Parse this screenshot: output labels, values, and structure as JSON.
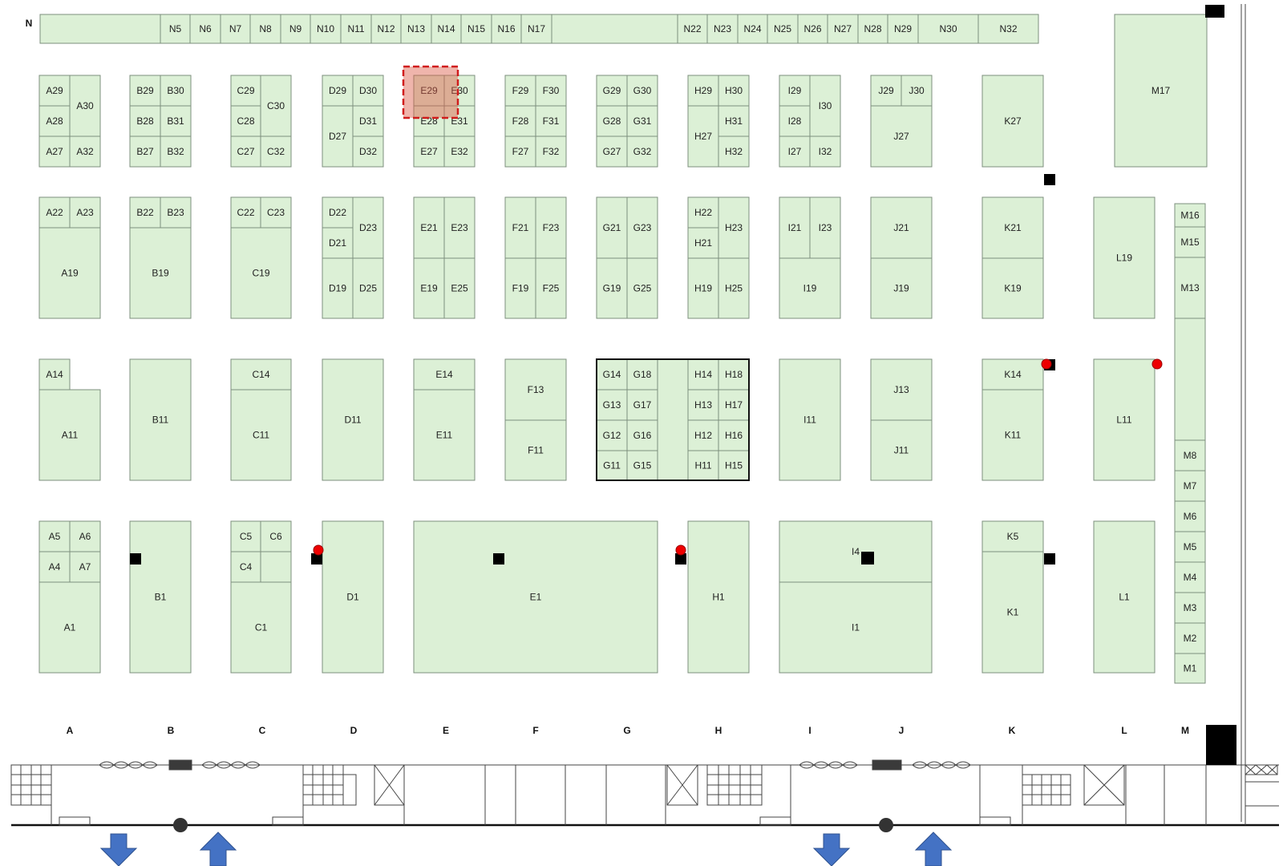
{
  "row_marker": "N",
  "column_letters": [
    "A",
    "B",
    "C",
    "D",
    "E",
    "F",
    "G",
    "H",
    "I",
    "J",
    "K",
    "L",
    "M"
  ],
  "booths": [
    [
      "",
      "",
      50,
      18,
      150,
      36
    ],
    [
      "n5",
      "N5",
      200,
      18,
      37,
      36
    ],
    [
      "n6",
      "N6",
      237,
      18,
      38,
      36
    ],
    [
      "n7",
      "N7",
      275,
      18,
      37,
      36
    ],
    [
      "n8",
      "N8",
      312,
      18,
      38,
      36
    ],
    [
      "n9",
      "N9",
      350,
      18,
      37,
      36
    ],
    [
      "n10",
      "N10",
      387,
      18,
      38,
      36
    ],
    [
      "n11",
      "N11",
      425,
      18,
      38,
      36
    ],
    [
      "n12",
      "N12",
      463,
      18,
      37,
      36
    ],
    [
      "n13",
      "N13",
      500,
      18,
      38,
      36
    ],
    [
      "n14",
      "N14",
      538,
      18,
      37,
      36
    ],
    [
      "n15",
      "N15",
      575,
      18,
      38,
      36
    ],
    [
      "n16",
      "N16",
      613,
      18,
      37,
      36
    ],
    [
      "n17",
      "N17",
      650,
      18,
      38,
      36
    ],
    [
      "",
      "",
      688,
      18,
      157,
      36
    ],
    [
      "n22",
      "N22",
      845,
      18,
      37,
      36
    ],
    [
      "n23",
      "N23",
      882,
      18,
      38,
      36
    ],
    [
      "n24",
      "N24",
      920,
      18,
      37,
      36
    ],
    [
      "n25",
      "N25",
      957,
      18,
      38,
      36
    ],
    [
      "n26",
      "N26",
      995,
      18,
      37,
      36
    ],
    [
      "n27",
      "N27",
      1032,
      18,
      38,
      36
    ],
    [
      "n28",
      "N28",
      1070,
      18,
      37,
      36
    ],
    [
      "n29",
      "N29",
      1107,
      18,
      38,
      36
    ],
    [
      "n30",
      "N30",
      1145,
      18,
      75,
      36
    ],
    [
      "n32",
      "N32",
      1220,
      18,
      75,
      36
    ],
    [
      "a29",
      "A29",
      49,
      94,
      38,
      38
    ],
    [
      "a28",
      "A28",
      49,
      132,
      38,
      38
    ],
    [
      "a27",
      "A27",
      49,
      170,
      38,
      38
    ],
    [
      "a30",
      "A30",
      87,
      94,
      38,
      76
    ],
    [
      "a32",
      "A32",
      87,
      170,
      38,
      38
    ],
    [
      "b29",
      "B29",
      162,
      94,
      38,
      38
    ],
    [
      "b28",
      "B28",
      162,
      132,
      38,
      38
    ],
    [
      "b27",
      "B27",
      162,
      170,
      38,
      38
    ],
    [
      "b30",
      "B30",
      200,
      94,
      38,
      38
    ],
    [
      "b31",
      "B31",
      200,
      132,
      38,
      38
    ],
    [
      "b32",
      "B32",
      200,
      170,
      38,
      38
    ],
    [
      "c29",
      "C29",
      288,
      94,
      37,
      38
    ],
    [
      "c28",
      "C28",
      288,
      132,
      37,
      38
    ],
    [
      "c27",
      "C27",
      288,
      170,
      37,
      38
    ],
    [
      "c30",
      "C30",
      325,
      94,
      38,
      76
    ],
    [
      "c32",
      "C32",
      325,
      170,
      38,
      38
    ],
    [
      "d29",
      "D29",
      402,
      94,
      38,
      38
    ],
    [
      "d27",
      "D27",
      402,
      132,
      38,
      76
    ],
    [
      "d30",
      "D30",
      440,
      94,
      38,
      38
    ],
    [
      "d31",
      "D31",
      440,
      132,
      38,
      38
    ],
    [
      "d32",
      "D32",
      440,
      170,
      38,
      38
    ],
    [
      "e29",
      "E29",
      516,
      94,
      38,
      38
    ],
    [
      "e28",
      "E28",
      516,
      132,
      38,
      38
    ],
    [
      "e27",
      "E27",
      516,
      170,
      38,
      38
    ],
    [
      "e30",
      "E30",
      554,
      94,
      38,
      38
    ],
    [
      "e31",
      "E31",
      554,
      132,
      38,
      38
    ],
    [
      "e32",
      "E32",
      554,
      170,
      38,
      38
    ],
    [
      "f29",
      "F29",
      630,
      94,
      38,
      38
    ],
    [
      "f28",
      "F28",
      630,
      132,
      38,
      38
    ],
    [
      "f27",
      "F27",
      630,
      170,
      38,
      38
    ],
    [
      "f30",
      "F30",
      668,
      94,
      38,
      38
    ],
    [
      "f31",
      "F31",
      668,
      132,
      38,
      38
    ],
    [
      "f32",
      "F32",
      668,
      170,
      38,
      38
    ],
    [
      "g29",
      "G29",
      744,
      94,
      38,
      38
    ],
    [
      "g28",
      "G28",
      744,
      132,
      38,
      38
    ],
    [
      "g27",
      "G27",
      744,
      170,
      38,
      38
    ],
    [
      "g30",
      "G30",
      782,
      94,
      38,
      38
    ],
    [
      "g31",
      "G31",
      782,
      132,
      38,
      38
    ],
    [
      "g32",
      "G32",
      782,
      170,
      38,
      38
    ],
    [
      "h29",
      "H29",
      858,
      94,
      38,
      38
    ],
    [
      "h27",
      "H27",
      858,
      132,
      38,
      76
    ],
    [
      "h30",
      "H30",
      896,
      94,
      38,
      38
    ],
    [
      "h31",
      "H31",
      896,
      132,
      38,
      38
    ],
    [
      "h32",
      "H32",
      896,
      170,
      38,
      38
    ],
    [
      "i29",
      "I29",
      972,
      94,
      38,
      38
    ],
    [
      "i28",
      "I28",
      972,
      132,
      38,
      38
    ],
    [
      "i27",
      "I27",
      972,
      170,
      38,
      38
    ],
    [
      "i30",
      "I30",
      1010,
      94,
      38,
      76
    ],
    [
      "i32",
      "I32",
      1010,
      170,
      38,
      38
    ],
    [
      "j29",
      "J29",
      1086,
      94,
      38,
      38
    ],
    [
      "j30",
      "J30",
      1124,
      94,
      38,
      38
    ],
    [
      "j27",
      "J27",
      1086,
      132,
      76,
      76
    ],
    [
      "k27",
      "K27",
      1225,
      94,
      76,
      114
    ],
    [
      "m17",
      "M17",
      1390,
      18,
      115,
      190
    ],
    [
      "a22",
      "A22",
      49,
      246,
      38,
      38
    ],
    [
      "a23",
      "A23",
      87,
      246,
      38,
      38
    ],
    [
      "a19",
      "A19",
      49,
      284,
      76,
      113
    ],
    [
      "b22",
      "B22",
      162,
      246,
      38,
      38
    ],
    [
      "b23",
      "B23",
      200,
      246,
      38,
      38
    ],
    [
      "b19",
      "B19",
      162,
      284,
      76,
      113
    ],
    [
      "c22",
      "C22",
      288,
      246,
      37,
      38
    ],
    [
      "c23",
      "C23",
      325,
      246,
      38,
      38
    ],
    [
      "c19",
      "C19",
      288,
      284,
      75,
      113
    ],
    [
      "d22",
      "D22",
      402,
      246,
      38,
      38
    ],
    [
      "d21",
      "D21",
      402,
      284,
      38,
      38
    ],
    [
      "d19",
      "D19",
      402,
      322,
      38,
      75
    ],
    [
      "d23",
      "D23",
      440,
      246,
      38,
      76
    ],
    [
      "d25",
      "D25",
      440,
      322,
      38,
      75
    ],
    [
      "e21",
      "E21",
      516,
      246,
      38,
      76
    ],
    [
      "e23",
      "E23",
      554,
      246,
      38,
      76
    ],
    [
      "e19",
      "E19",
      516,
      322,
      38,
      75
    ],
    [
      "e25",
      "E25",
      554,
      322,
      38,
      75
    ],
    [
      "f21",
      "F21",
      630,
      246,
      38,
      76
    ],
    [
      "f23",
      "F23",
      668,
      246,
      38,
      76
    ],
    [
      "f19",
      "F19",
      630,
      322,
      38,
      75
    ],
    [
      "f25",
      "F25",
      668,
      322,
      38,
      75
    ],
    [
      "g21",
      "G21",
      744,
      246,
      38,
      76
    ],
    [
      "g23",
      "G23",
      782,
      246,
      38,
      76
    ],
    [
      "g19",
      "G19",
      744,
      322,
      38,
      75
    ],
    [
      "g25",
      "G25",
      782,
      322,
      38,
      75
    ],
    [
      "h22",
      "H22",
      858,
      246,
      38,
      38
    ],
    [
      "h21",
      "H21",
      858,
      284,
      38,
      38
    ],
    [
      "h19",
      "H19",
      858,
      322,
      38,
      75
    ],
    [
      "h23",
      "H23",
      896,
      246,
      38,
      76
    ],
    [
      "h25",
      "H25",
      896,
      322,
      38,
      75
    ],
    [
      "i21",
      "I21",
      972,
      246,
      38,
      76
    ],
    [
      "i23",
      "I23",
      1010,
      246,
      38,
      76
    ],
    [
      "i19",
      "I19",
      972,
      322,
      76,
      75
    ],
    [
      "j21",
      "J21",
      1086,
      246,
      76,
      76
    ],
    [
      "j19",
      "J19",
      1086,
      322,
      76,
      75
    ],
    [
      "k21",
      "K21",
      1225,
      246,
      76,
      76
    ],
    [
      "k19",
      "K19",
      1225,
      322,
      76,
      75
    ],
    [
      "l19",
      "L19",
      1364,
      246,
      76,
      151
    ],
    [
      "m16",
      "M16",
      1465,
      254,
      38,
      29
    ],
    [
      "m15",
      "M15",
      1465,
      283,
      38,
      38
    ],
    [
      "m13",
      "M13",
      1465,
      321,
      38,
      76
    ],
    [
      "",
      "",
      1465,
      397,
      38,
      152
    ],
    [
      "a14",
      "A14",
      49,
      448,
      38,
      38
    ],
    [
      "a11",
      "A11",
      49,
      486,
      76,
      113
    ],
    [
      "b11",
      "B11",
      162,
      448,
      76,
      151
    ],
    [
      "c14",
      "C14",
      288,
      448,
      75,
      38
    ],
    [
      "c11",
      "C11",
      288,
      486,
      75,
      113
    ],
    [
      "d11",
      "D11",
      402,
      448,
      76,
      151
    ],
    [
      "e14",
      "E14",
      516,
      448,
      76,
      38
    ],
    [
      "e11",
      "E11",
      516,
      486,
      76,
      113
    ],
    [
      "f13",
      "F13",
      630,
      448,
      76,
      76
    ],
    [
      "f11",
      "F11",
      630,
      524,
      76,
      75
    ],
    [
      "g14",
      "G14",
      744,
      448,
      38,
      38
    ],
    [
      "g13",
      "G13",
      744,
      486,
      38,
      38
    ],
    [
      "g12",
      "G12",
      744,
      524,
      38,
      38
    ],
    [
      "g11",
      "G11",
      744,
      562,
      38,
      37
    ],
    [
      "g18",
      "G18",
      782,
      448,
      38,
      38
    ],
    [
      "g17",
      "G17",
      782,
      486,
      38,
      38
    ],
    [
      "g16",
      "G16",
      782,
      524,
      38,
      38
    ],
    [
      "g15",
      "G15",
      782,
      562,
      38,
      37
    ],
    [
      "",
      "",
      820,
      448,
      38,
      151
    ],
    [
      "h14",
      "H14",
      858,
      448,
      38,
      38
    ],
    [
      "h13",
      "H13",
      858,
      486,
      38,
      38
    ],
    [
      "h12",
      "H12",
      858,
      524,
      38,
      38
    ],
    [
      "h11",
      "H11",
      858,
      562,
      38,
      37
    ],
    [
      "h18",
      "H18",
      896,
      448,
      38,
      38
    ],
    [
      "h17",
      "H17",
      896,
      486,
      38,
      38
    ],
    [
      "h16",
      "H16",
      896,
      524,
      38,
      38
    ],
    [
      "h15",
      "H15",
      896,
      562,
      38,
      37
    ],
    [
      "i11",
      "I11",
      972,
      448,
      76,
      151
    ],
    [
      "j13",
      "J13",
      1086,
      448,
      76,
      76
    ],
    [
      "j11",
      "J11",
      1086,
      524,
      76,
      75
    ],
    [
      "k14",
      "K14",
      1225,
      448,
      76,
      38
    ],
    [
      "k11",
      "K11",
      1225,
      486,
      76,
      113
    ],
    [
      "l11",
      "L11",
      1364,
      448,
      76,
      151
    ],
    [
      "m8",
      "M8",
      1465,
      549,
      38,
      38
    ],
    [
      "m7",
      "M7",
      1465,
      587,
      38,
      38
    ],
    [
      "m6",
      "M6",
      1465,
      625,
      38,
      38
    ],
    [
      "m5",
      "M5",
      1465,
      663,
      38,
      38
    ],
    [
      "m4",
      "M4",
      1465,
      701,
      38,
      38
    ],
    [
      "m3",
      "M3",
      1465,
      739,
      38,
      38
    ],
    [
      "m2",
      "M2",
      1465,
      777,
      38,
      38
    ],
    [
      "m1",
      "M1",
      1465,
      815,
      38,
      37
    ],
    [
      "a5",
      "A5",
      49,
      650,
      38,
      38
    ],
    [
      "a6",
      "A6",
      87,
      650,
      38,
      38
    ],
    [
      "a4",
      "A4",
      49,
      688,
      38,
      38
    ],
    [
      "a7",
      "A7",
      87,
      688,
      38,
      38
    ],
    [
      "a1",
      "A1",
      49,
      726,
      76,
      113
    ],
    [
      "b1",
      "B1",
      162,
      650,
      76,
      189
    ],
    [
      "c5",
      "C5",
      288,
      650,
      37,
      38
    ],
    [
      "c6",
      "C6",
      325,
      650,
      38,
      38
    ],
    [
      "c4",
      "C4",
      288,
      688,
      37,
      38
    ],
    [
      "",
      "",
      325,
      688,
      38,
      38
    ],
    [
      "c1",
      "C1",
      288,
      726,
      75,
      113
    ],
    [
      "d1",
      "D1",
      402,
      650,
      76,
      189
    ],
    [
      "e1",
      "E1",
      516,
      650,
      304,
      189
    ],
    [
      "h1",
      "H1",
      858,
      650,
      76,
      189
    ],
    [
      "i4",
      "I4",
      972,
      650,
      190,
      76
    ],
    [
      "i1",
      "I1",
      972,
      726,
      190,
      113
    ],
    [
      "k5",
      "K5",
      1225,
      650,
      76,
      38
    ],
    [
      "k1",
      "K1",
      1225,
      688,
      76,
      151
    ],
    [
      "l1",
      "L1",
      1364,
      650,
      76,
      189
    ]
  ]
}
